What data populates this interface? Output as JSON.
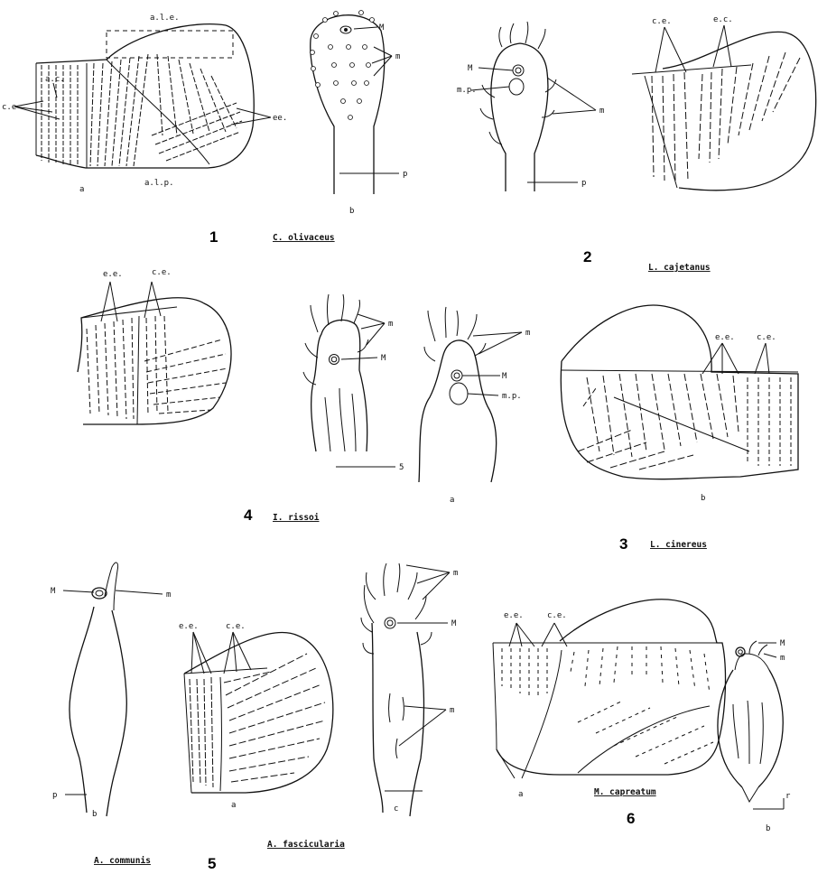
{
  "figures": {
    "f1": {
      "number": "1",
      "species": "C. olivaceus",
      "labels": {
        "ac": "a.c.",
        "ale": "a.l.e.",
        "ce": "c.e",
        "ee": "ee.",
        "alp": "a.l.p.",
        "a": "a",
        "b": "b",
        "M": "M",
        "m": "m",
        "p": "p"
      }
    },
    "f2": {
      "number": "2",
      "species": "L. cajetanus",
      "labels": {
        "M": "M",
        "mp": "m.p.",
        "m": "m",
        "p": "p",
        "ce": "c.e.",
        "ec": "e.c."
      }
    },
    "f3": {
      "number": "3",
      "species": "L. cinereus",
      "labels": {
        "m": "m",
        "M": "M",
        "mp": "m.p.",
        "a": "a",
        "ee": "e.e.",
        "ce": "c.e.",
        "b": "b"
      }
    },
    "f4": {
      "number": "4",
      "species": "I. rissoi",
      "labels": {
        "ee": "e.e.",
        "ce": "c.e.",
        "m": "m",
        "M": "M",
        "five": "5"
      }
    },
    "f5": {
      "number": "5",
      "species_b": "A. communis",
      "species_a": "A. fascicularia",
      "labels": {
        "M": "M",
        "m": "m",
        "p": "p",
        "b": "b",
        "ee": "e.e.",
        "ce": "c.e.",
        "a": "a",
        "c": "c",
        "m2": "m",
        "M2": "M",
        "m3": "m"
      }
    },
    "f6": {
      "number": "6",
      "species": "M. capreatum",
      "labels": {
        "ee": "e.e.",
        "ce": "c.e.",
        "a": "a",
        "b": "b",
        "M": "M",
        "m": "m",
        "r": "r"
      }
    }
  }
}
